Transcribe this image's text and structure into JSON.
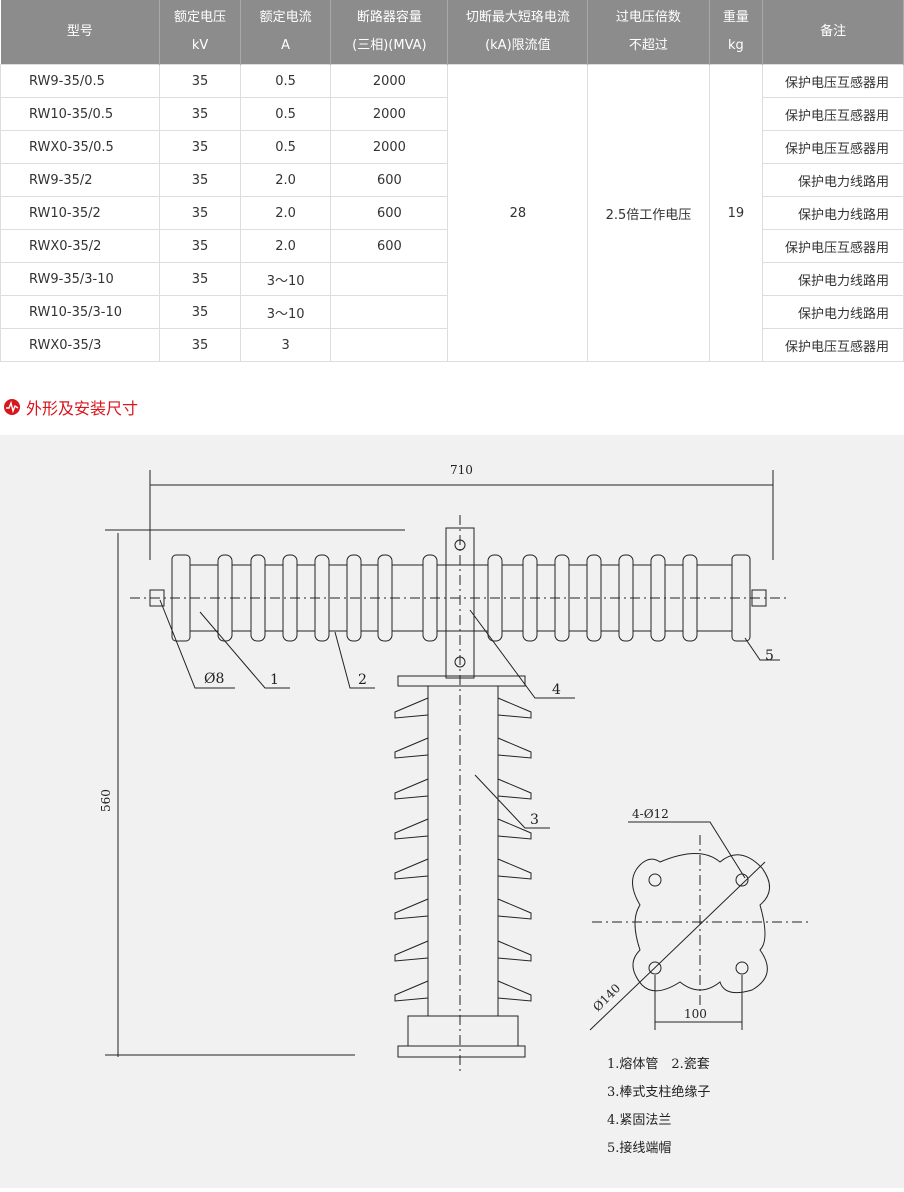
{
  "table": {
    "headers": [
      [
        "型号"
      ],
      [
        "额定电压",
        "kV"
      ],
      [
        "额定电流",
        "A"
      ],
      [
        "断路器容量",
        "(三相)(MVA)"
      ],
      [
        "切断最大短珞电流",
        "(kA)限流值"
      ],
      [
        "过电压倍数",
        "不超过"
      ],
      [
        "重量",
        "kg"
      ],
      [
        "备注"
      ]
    ],
    "rows": [
      {
        "model": "RW9-35/0.5",
        "kv": "35",
        "a": "0.5",
        "mva": "2000",
        "note": "保护电压互感器用"
      },
      {
        "model": "RW10-35/0.5",
        "kv": "35",
        "a": "0.5",
        "mva": "2000",
        "note": "保护电压互感器用"
      },
      {
        "model": "RWX0-35/0.5",
        "kv": "35",
        "a": "0.5",
        "mva": "2000",
        "note": "保护电压互感器用"
      },
      {
        "model": "RW9-35/2",
        "kv": "35",
        "a": "2.0",
        "mva": "600",
        "note": "保护电力线路用"
      },
      {
        "model": "RW10-35/2",
        "kv": "35",
        "a": "2.0",
        "mva": "600",
        "note": "保护电力线路用"
      },
      {
        "model": "RWX0-35/2",
        "kv": "35",
        "a": "2.0",
        "mva": "600",
        "note": "保护电压互感器用"
      },
      {
        "model": "RW9-35/3-10",
        "kv": "35",
        "a": "3～10",
        "mva": "",
        "note": "保护电力线路用"
      },
      {
        "model": "RW10-35/3-10",
        "kv": "35",
        "a": "3～10",
        "mva": "",
        "note": "保护电力线路用"
      },
      {
        "model": "RWX0-35/3",
        "kv": "35",
        "a": "3",
        "mva": "",
        "note": "保护电压互感器用"
      }
    ],
    "merged": {
      "ka": "28",
      "overvoltage": "2.5倍工作电压",
      "weight": "19"
    }
  },
  "section_title": "外形及安装尺寸",
  "drawing": {
    "dim_width": "710",
    "dim_height": "560",
    "dim_pin": "Ø8",
    "dim_holes": "4-Ø12",
    "dim_diameter": "Ø140",
    "dim_spacing": "100",
    "callouts": [
      "1",
      "2",
      "3",
      "4",
      "5"
    ],
    "legend": [
      "1.熔体管　2.瓷套",
      "3.棒式支柱绝缘子",
      "4.紧固法兰",
      "5.接线端帽"
    ]
  }
}
